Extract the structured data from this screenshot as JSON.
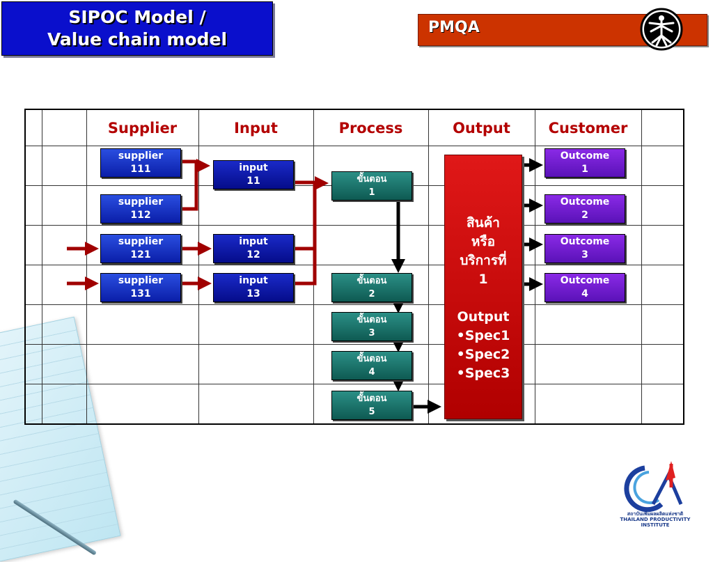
{
  "title": {
    "line1": "SIPOC Model /",
    "line2": "Value chain model"
  },
  "badge": {
    "label": "PMQA",
    "icon": "vitruvian-man-icon"
  },
  "table": {
    "headers": [
      "Supplier",
      "Input",
      "Process",
      "Output",
      "Customer"
    ]
  },
  "suppliers": [
    {
      "line1": "supplier",
      "line2": "111"
    },
    {
      "line1": "supplier",
      "line2": "112"
    },
    {
      "line1": "supplier",
      "line2": "121"
    },
    {
      "line1": "supplier",
      "line2": "131"
    }
  ],
  "inputs": [
    {
      "line1": "input",
      "line2": "11"
    },
    {
      "line1": "input",
      "line2": "12"
    },
    {
      "line1": "input",
      "line2": "13"
    }
  ],
  "processes": [
    {
      "line1": "ขั้นตอน",
      "line2": "1"
    },
    {
      "line1": "ขั้นตอน",
      "line2": "2"
    },
    {
      "line1": "ขั้นตอน",
      "line2": "3"
    },
    {
      "line1": "ขั้นตอน",
      "line2": "4"
    },
    {
      "line1": "ขั้นตอน",
      "line2": "5"
    }
  ],
  "output": {
    "lines": [
      "สินค้า",
      "หรือ",
      "บริการที่",
      "1",
      "",
      "Output",
      "•Spec1",
      "•Spec2",
      "•Spec3"
    ]
  },
  "outcomes": [
    {
      "line1": "Outcome",
      "line2": "1"
    },
    {
      "line1": "Outcome",
      "line2": "2"
    },
    {
      "line1": "Outcome",
      "line2": "3"
    },
    {
      "line1": "Outcome",
      "line2": "4"
    }
  ],
  "logo": {
    "caption_th": "สถาบันเพิ่มผลผลิตแห่งชาติ",
    "caption_en": "THAILAND PRODUCTIVITY INSTITUTE"
  },
  "colors": {
    "title_bg": "#0a0fcc",
    "badge_bg": "#cc3300",
    "header_text": "#b30000",
    "arrow_red": "#a00000",
    "arrow_black": "#000000"
  }
}
